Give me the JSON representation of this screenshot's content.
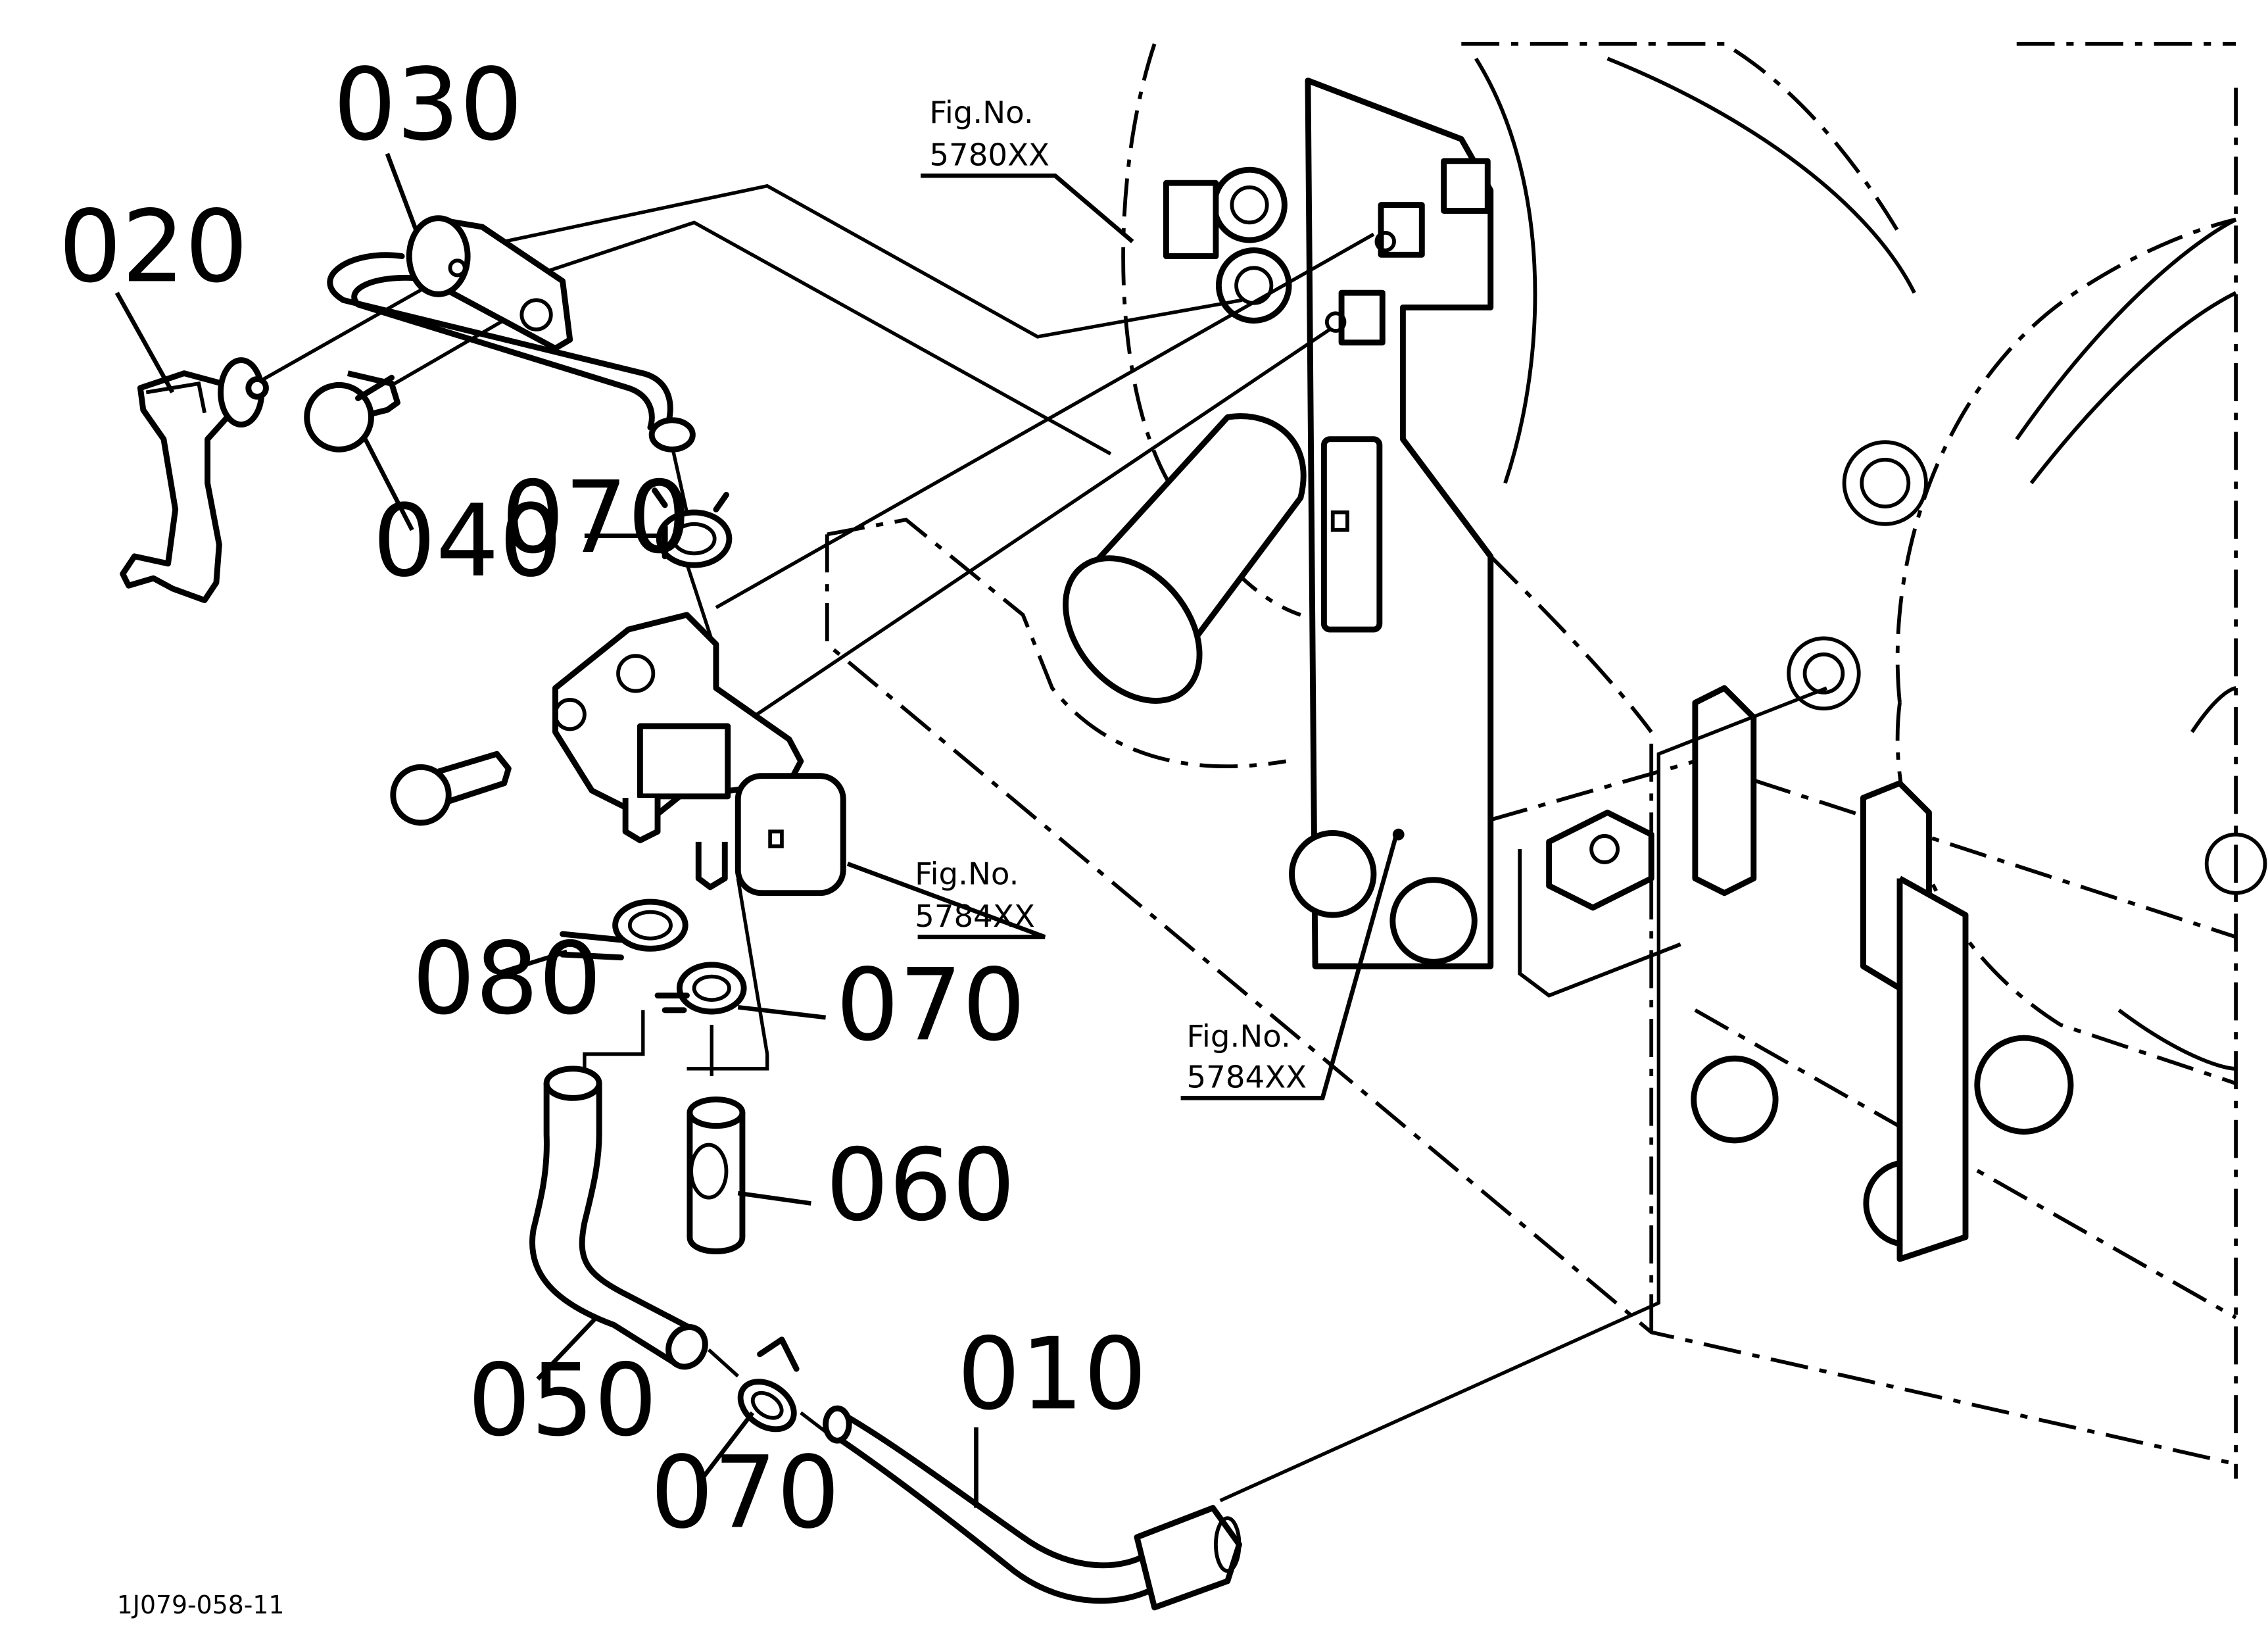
{
  "callouts": {
    "p010": "010",
    "p020": "020",
    "p030": "030",
    "p040": "040",
    "p050": "050",
    "p060": "060",
    "p070_top": "070",
    "p070_mid": "070",
    "p070_bottom": "070",
    "p080": "080"
  },
  "figure_refs": {
    "ref_5780": {
      "label": "Fig.No.",
      "number": "5780XX"
    },
    "ref_5784_left": {
      "label": "Fig.No.",
      "number": "5784XX"
    },
    "ref_5784_right": {
      "label": "Fig.No.",
      "number": "5784XX"
    }
  },
  "drawing_number": "1J079-058-11"
}
